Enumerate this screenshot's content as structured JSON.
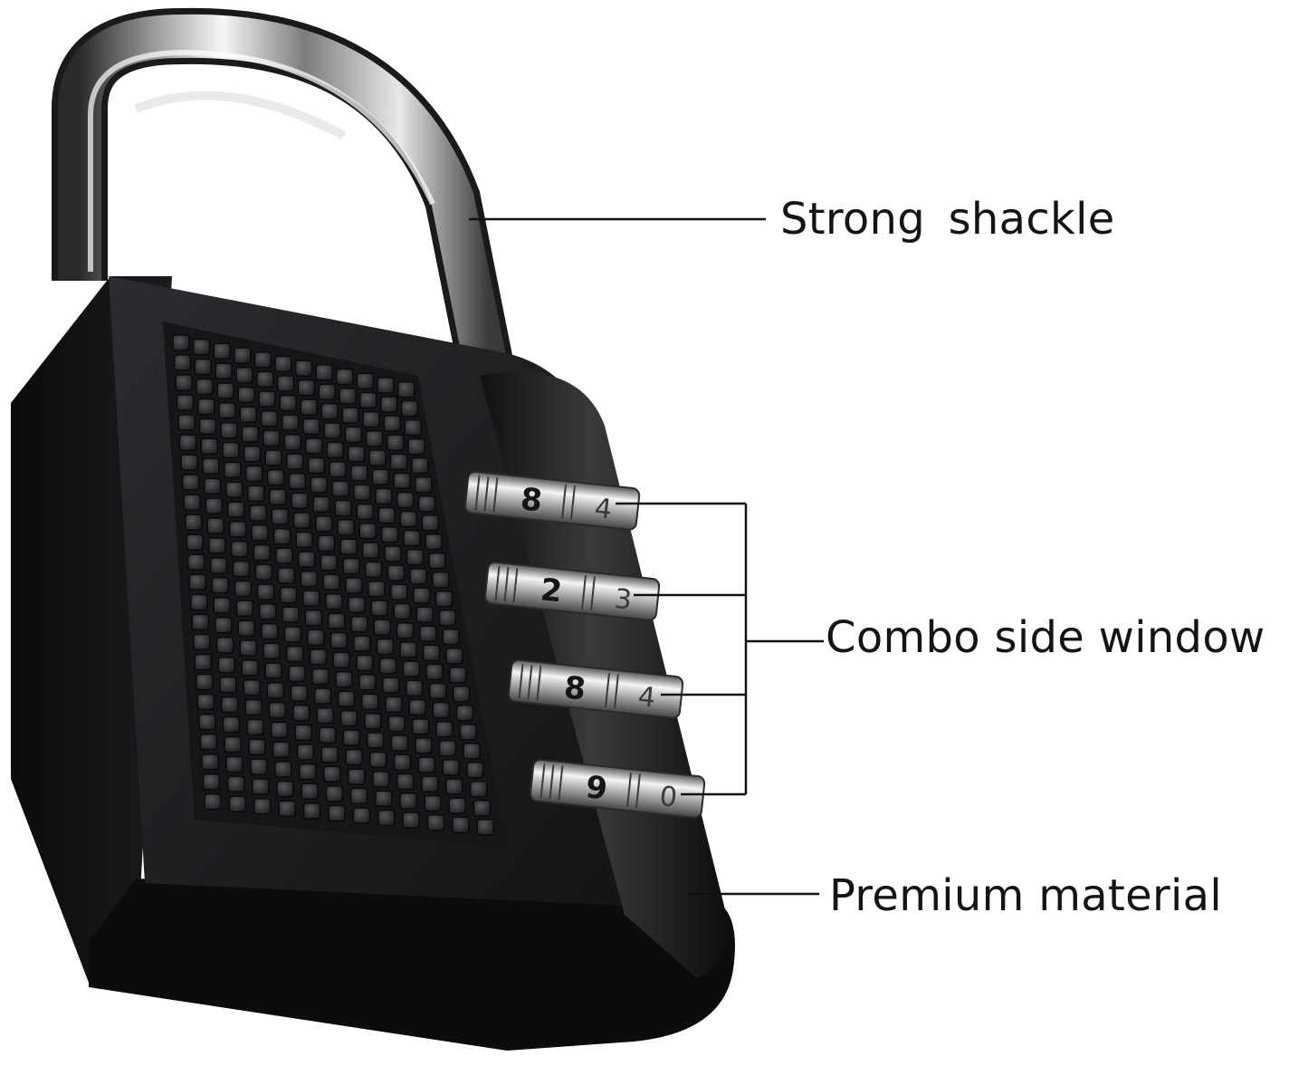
{
  "callouts": {
    "shackle": "Strong  shackle",
    "window": "Combo side window",
    "material": "Premium material"
  },
  "dials": [
    {
      "digit": "8",
      "next": "4"
    },
    {
      "digit": "2",
      "next": "3"
    },
    {
      "digit": "8",
      "next": "4"
    },
    {
      "digit": "9",
      "next": "0"
    }
  ],
  "colors": {
    "body": "#1e1e20",
    "body_dark": "#0d0d0e",
    "grid_cell": "#3a3a3e",
    "chrome_light": "#f4f4f4",
    "chrome_dark": "#2a2a2a",
    "leader": "#111111",
    "label": "#141414"
  }
}
